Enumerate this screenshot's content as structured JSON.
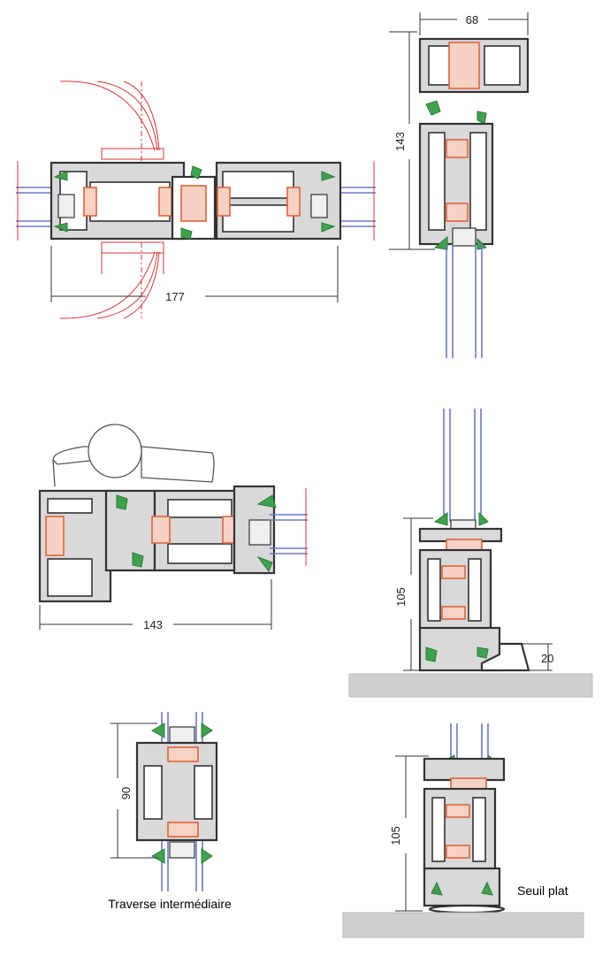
{
  "dimensions": {
    "top_left_width": "177",
    "top_right_width": "68",
    "top_right_height": "143",
    "middle_left_width": "143",
    "middle_right_height": "105",
    "middle_right_step": "20",
    "bottom_left_height": "90",
    "bottom_right_height": "105"
  },
  "captions": {
    "transom": "Traverse intermédiaire",
    "threshold": "Seuil plat"
  },
  "colors": {
    "profile_stroke": "#333333",
    "thermal_break": "#e0643a",
    "gasket": "#3fa34d",
    "glass": "#6a78c8",
    "swing_arc": "#dd3333",
    "floor": "#cfcfcf"
  }
}
